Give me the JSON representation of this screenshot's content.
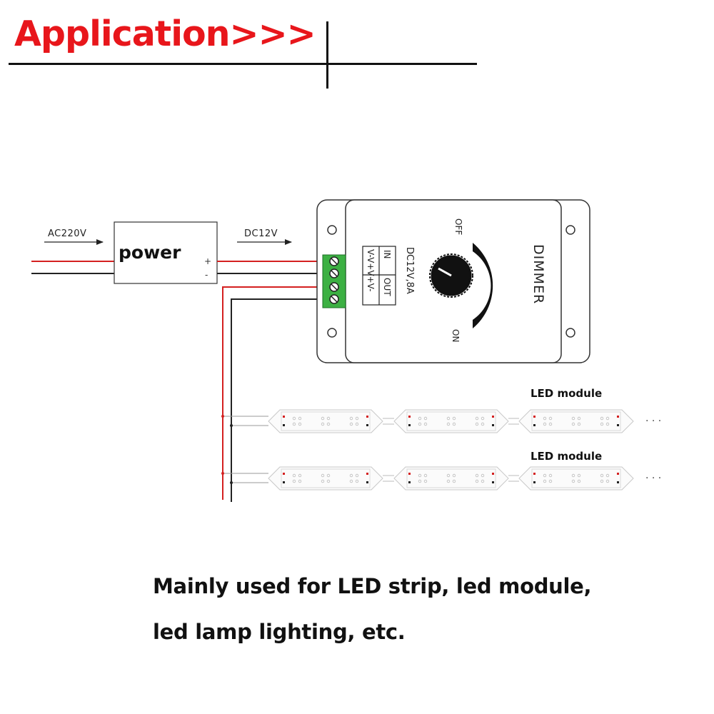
{
  "header": {
    "title": "Application>>>"
  },
  "diagram": {
    "input_voltage_label": "AC220V",
    "power_supply": {
      "label": "power",
      "plus": "+",
      "minus": "-"
    },
    "output_voltage_label": "DC12V",
    "dimmer": {
      "brand_label": "DIMMER",
      "rating_label": "DC12V,8A",
      "terminal_in_label": "IN",
      "terminal_out_label": "OUT",
      "terminal_pins": "V-V+V+V-",
      "off_label": "OFF",
      "on_label": "ON"
    },
    "led_rows": [
      {
        "label": "LED module",
        "continuation": "· · ·"
      },
      {
        "label": "LED module",
        "continuation": "· · ·"
      }
    ],
    "colors": {
      "positive_wire": "#d42020",
      "negative_wire": "#222222",
      "terminal_block": "#3cb043",
      "header_text": "#e8161b"
    }
  },
  "caption": {
    "line1": "Mainly used for LED strip, led module,",
    "line2": "led lamp lighting, etc."
  }
}
